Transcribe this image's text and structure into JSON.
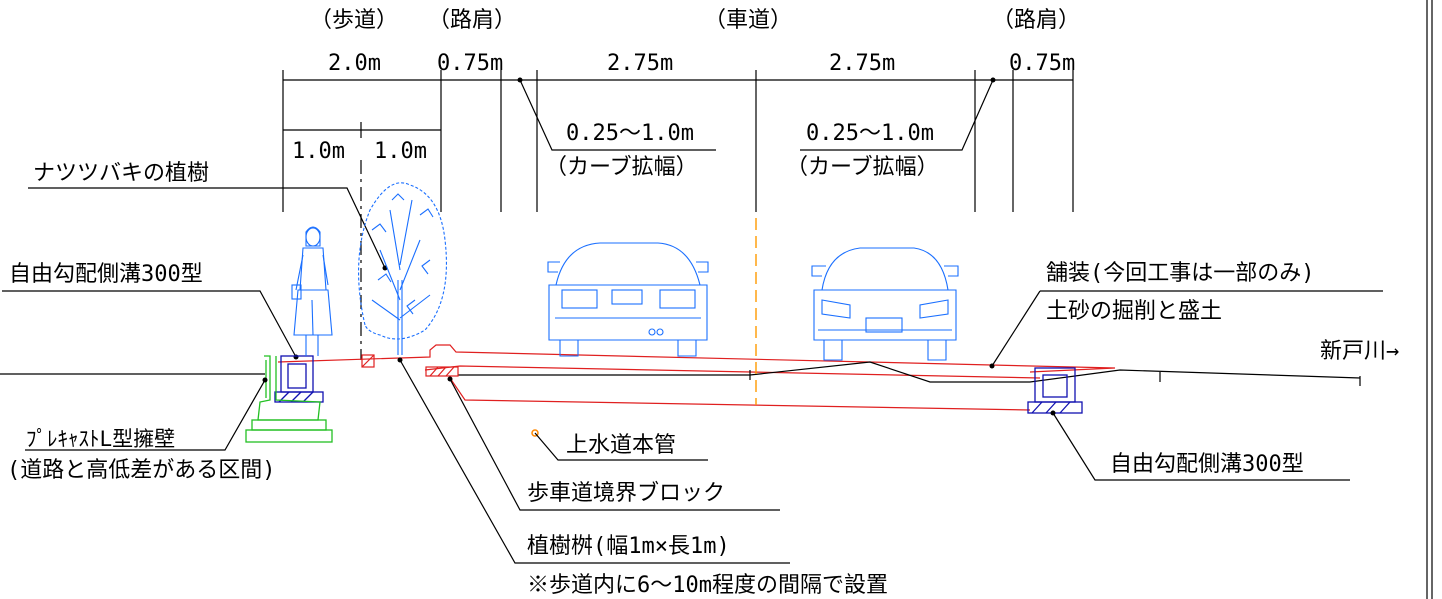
{
  "dimensions": {
    "sections": {
      "sidewalk": "（歩道）",
      "shoulder_left": "（路肩）",
      "roadway": "（車道）",
      "shoulder_right": "（路肩）"
    },
    "widths": {
      "sidewalk": "2.0m",
      "shoulder_left": "0.75m",
      "lane_left": "2.75m",
      "lane_right": "2.75m",
      "shoulder_right": "0.75m",
      "half_sidewalk_left": "1.0m",
      "half_sidewalk_right": "1.0m"
    },
    "curb_widening_left": {
      "value": "0.25～1.0m",
      "note": "（カーブ拡幅）"
    },
    "curb_widening_right": {
      "value": "0.25～1.0m",
      "note": "（カーブ拡幅）"
    }
  },
  "labels": {
    "tree": "ナツツバキの植樹",
    "ditch_left": "自由勾配側溝300型",
    "pavement": "舗装(今回工事は一部のみ)",
    "earthwork": "土砂の掘削と盛土",
    "river": "新戸川→",
    "retaining_wall": "ﾌﾟﾚｷｬｽﾄL型擁壁",
    "retaining_wall_note": "(道路と高低差がある区間)",
    "water_main": "上水道本管",
    "curb_block": "歩車道境界ブロック",
    "planter": "植樹桝(幅1m×長1m)",
    "planter_note": "※歩道内に6～10m程度の間隔で設置",
    "ditch_right": "自由勾配側溝300型"
  },
  "colors": {
    "dimension_lines": "#000000",
    "road_surface": "#e02020",
    "figures": "#1a6fff",
    "ditch": "#1010b0",
    "retaining_wall": "#22c022",
    "centerline": "#ff9900"
  }
}
